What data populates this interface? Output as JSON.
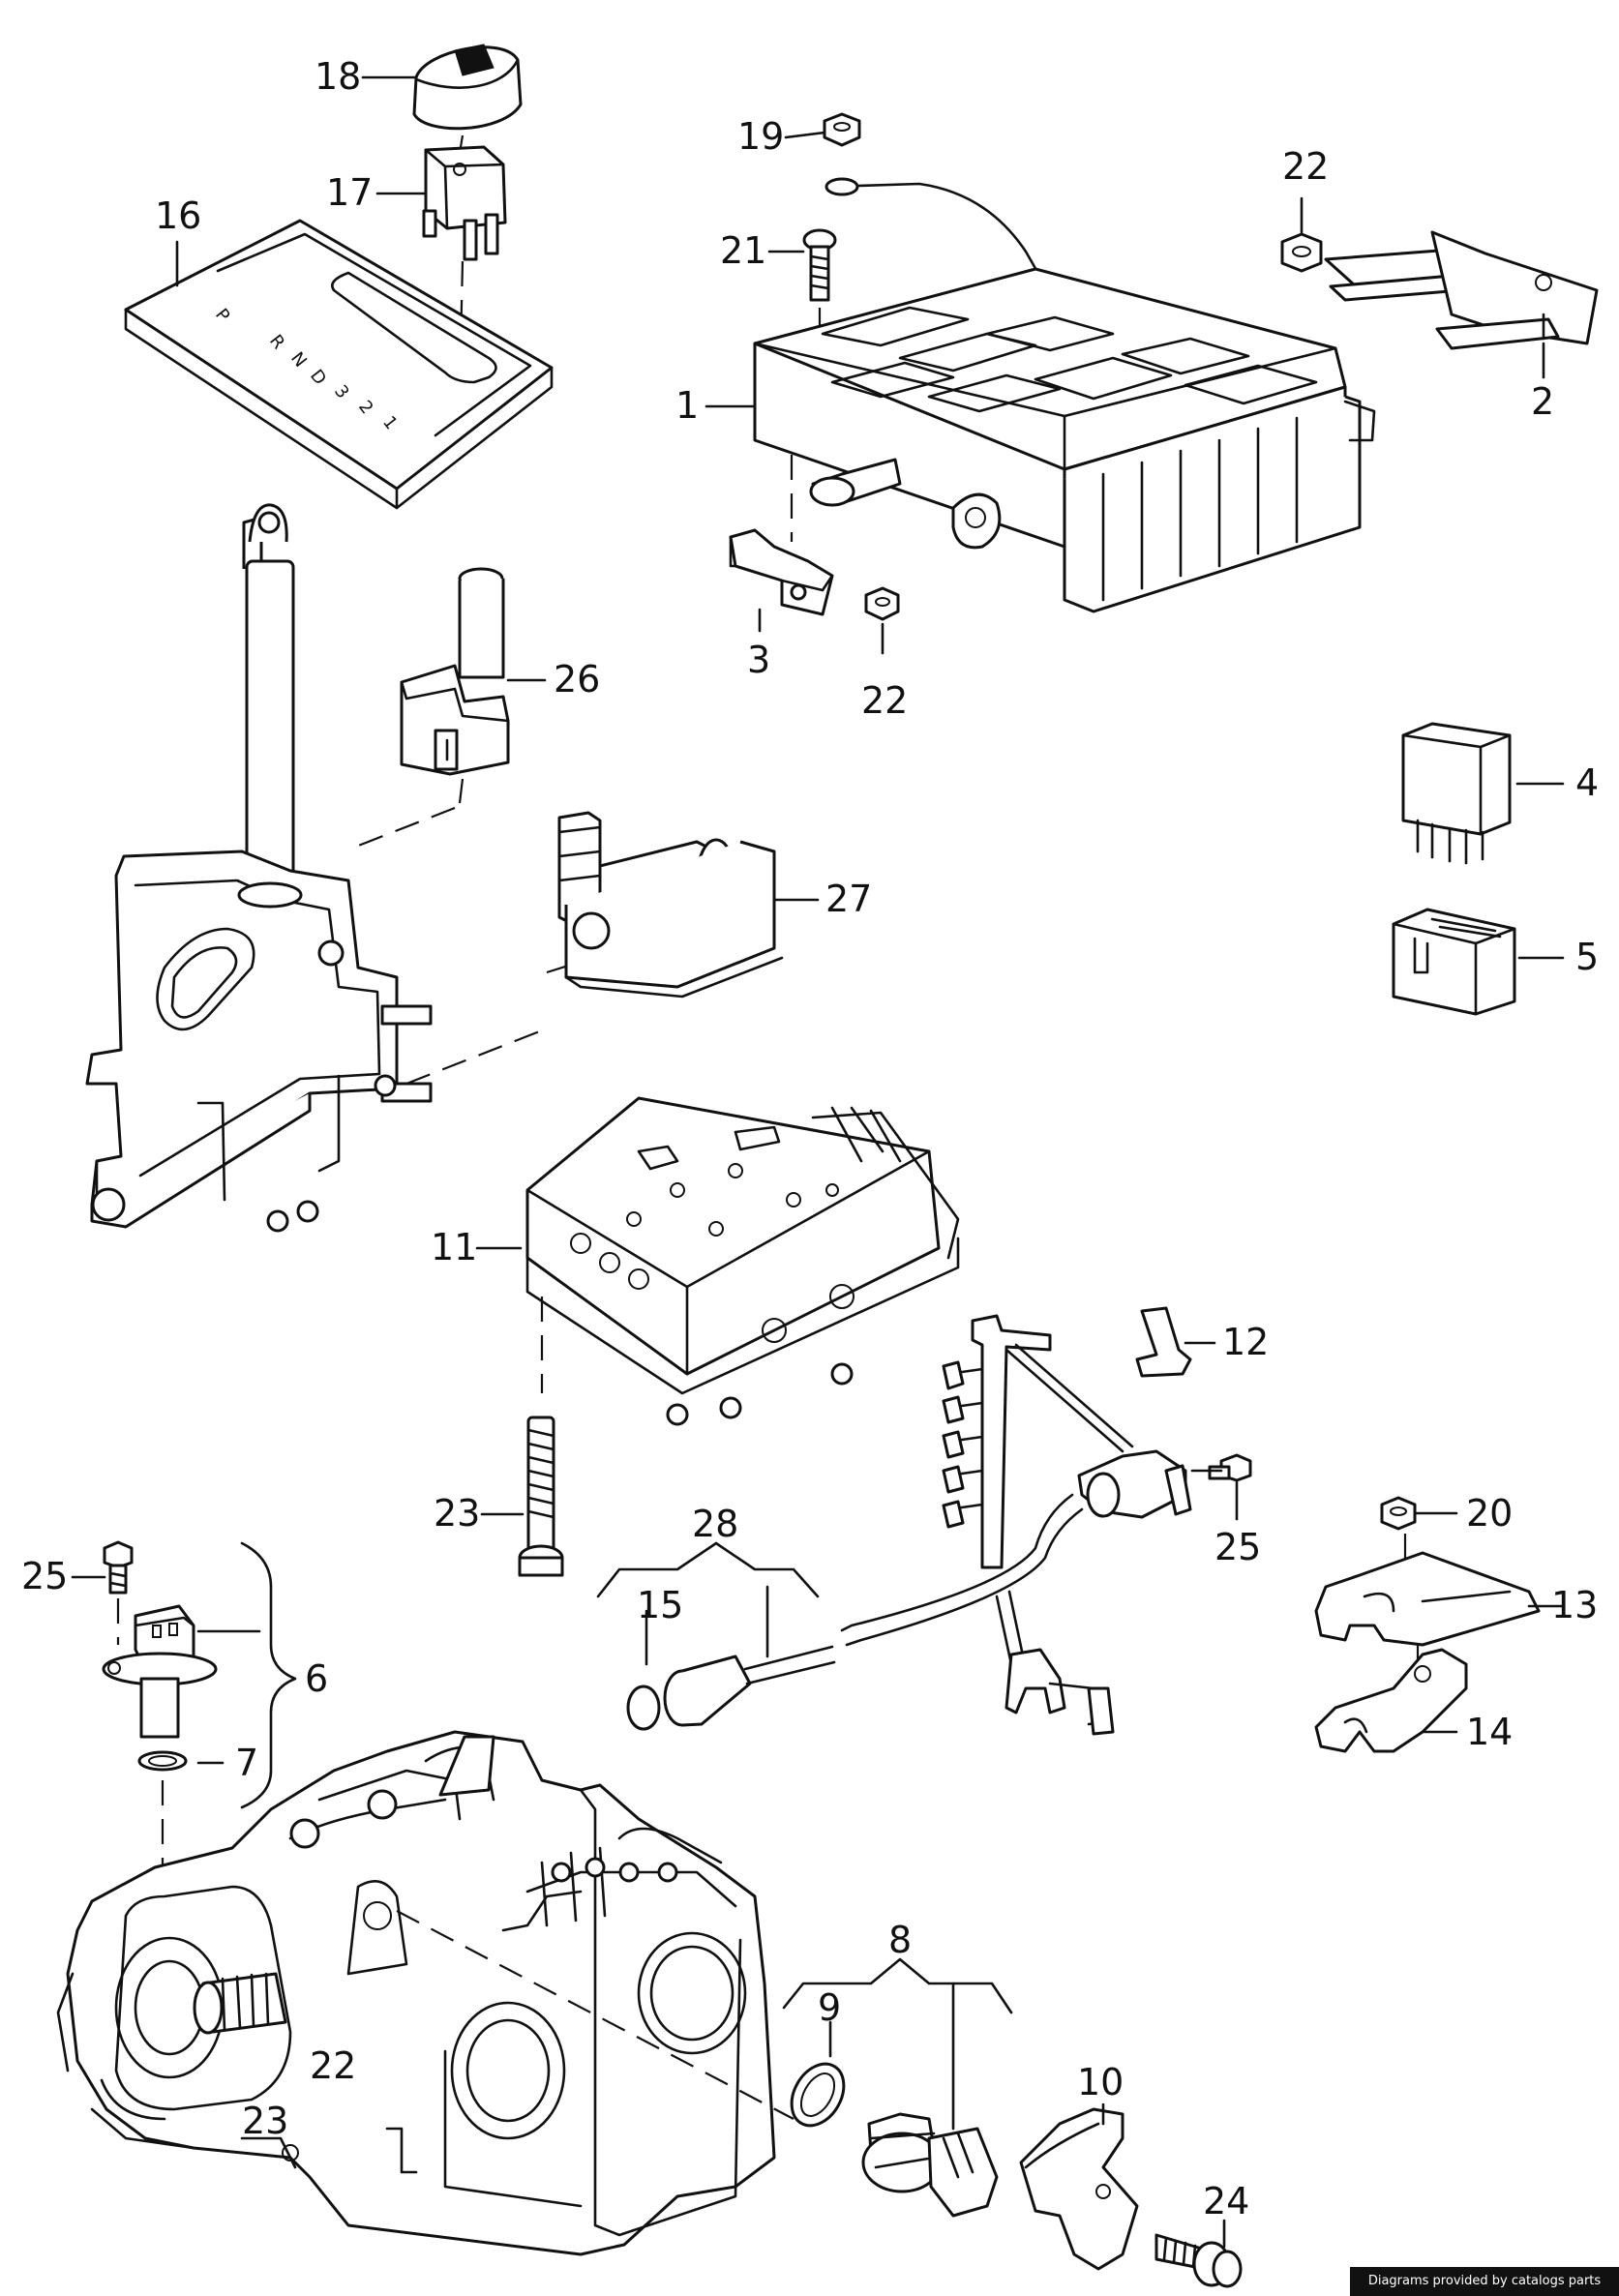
{
  "callouts": {
    "c1": "1",
    "c2": "2",
    "c3": "3",
    "c4": "4",
    "c5": "5",
    "c6": "6",
    "c7": "7",
    "c8": "8",
    "c9": "9",
    "c10": "10",
    "c11": "11",
    "c12": "12",
    "c13": "13",
    "c14": "14",
    "c15": "15",
    "c16": "16",
    "c17": "17",
    "c18": "18",
    "c19": "19",
    "c20": "20",
    "c21": "21",
    "c22a": "22",
    "c22b": "22",
    "c22c": "22",
    "c23a": "23",
    "c23b": "23",
    "c24": "24",
    "c25a": "25",
    "c25b": "25",
    "c26": "26",
    "c27": "27",
    "c28": "28"
  },
  "gate_letters": [
    "P",
    "R",
    "N",
    "D",
    "3",
    "2",
    "1"
  ],
  "footer": "Diagrams provided by catalogs parts"
}
